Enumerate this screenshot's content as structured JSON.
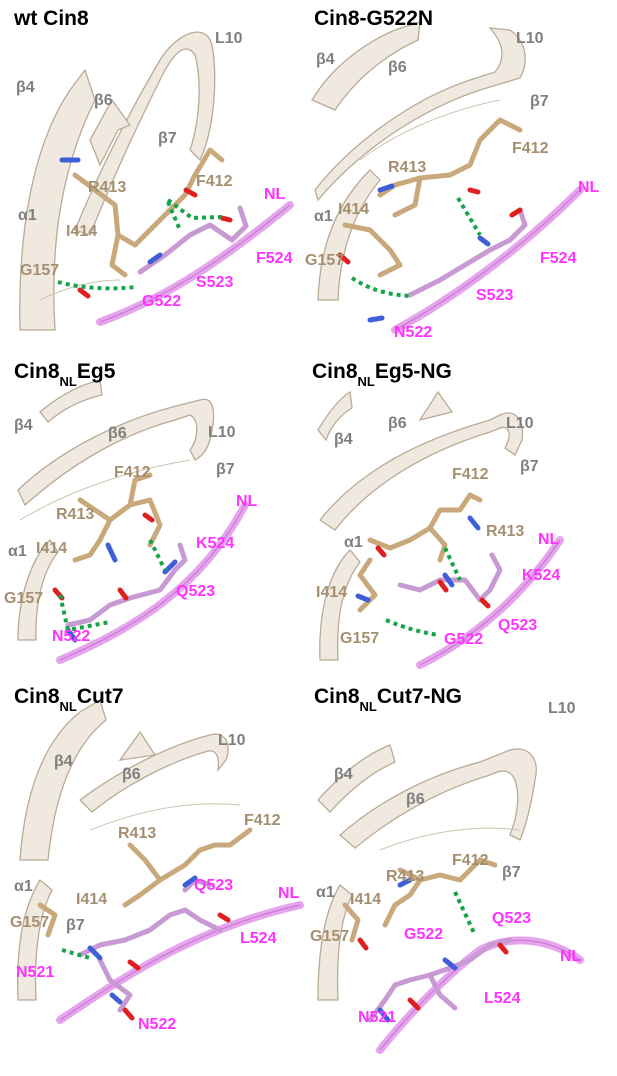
{
  "panels": [
    {
      "title": "wt Cin8",
      "title_sub": "",
      "title_rest": "",
      "labels": {
        "beta4": "β4",
        "beta6": "β6",
        "beta7": "β7",
        "l10": "L10",
        "alpha1": "α1",
        "r413": "R413",
        "f412": "F412",
        "i414": "I414",
        "g157": "G157",
        "nl": "NL",
        "res_a": "F524",
        "res_b": "S523",
        "res_c": "G522"
      }
    },
    {
      "title": "Cin8-G522N",
      "title_sub": "",
      "title_rest": "",
      "labels": {
        "beta4": "β4",
        "beta6": "β6",
        "beta7": "β7",
        "l10": "L10",
        "alpha1": "α1",
        "r413": "R413",
        "f412": "F412",
        "i414": "I414",
        "g157": "G157",
        "nl": "NL",
        "res_a": "F524",
        "res_b": "S523",
        "res_c": "N522"
      }
    },
    {
      "title": "Cin8",
      "title_sub": "NL",
      "title_rest": "Eg5",
      "labels": {
        "beta4": "β4",
        "beta6": "β6",
        "beta7": "β7",
        "l10": "L10",
        "alpha1": "α1",
        "r413": "R413",
        "f412": "F412",
        "i414": "I414",
        "g157": "G157",
        "nl": "NL",
        "res_a": "K524",
        "res_b": "Q523",
        "res_c": "N522"
      }
    },
    {
      "title": "Cin8",
      "title_sub": "NL",
      "title_rest": "Eg5-NG",
      "labels": {
        "beta4": "β4",
        "beta6": "β6",
        "beta7": "β7",
        "l10": "L10",
        "alpha1": "α1",
        "r413": "R413",
        "f412": "F412",
        "i414": "I414",
        "g157": "G157",
        "nl": "NL",
        "res_a": "K524",
        "res_b": "Q523",
        "res_c": "G522"
      }
    },
    {
      "title": "Cin8",
      "title_sub": "NL",
      "title_rest": "Cut7",
      "labels": {
        "beta4": "β4",
        "beta6": "β6",
        "beta7": "β7",
        "l10": "L10",
        "alpha1": "α1",
        "r413": "R413",
        "f412": "F412",
        "i414": "I414",
        "g157": "G157",
        "nl": "NL",
        "res_a": "Q523",
        "res_b": "L524",
        "res_c": "N521",
        "res_d": "N522"
      }
    },
    {
      "title": "Cin8",
      "title_sub": "NL",
      "title_rest": "Cut7-NG",
      "labels": {
        "beta4": "β4",
        "beta6": "β6",
        "beta7": "β7",
        "l10": "L10",
        "alpha1": "α1",
        "r413": "R413",
        "f412": "F412",
        "i414": "I414",
        "g157": "G157",
        "nl": "NL",
        "res_a": "Q523",
        "res_b": "G522",
        "res_c": "L524",
        "res_d": "N521"
      }
    }
  ]
}
